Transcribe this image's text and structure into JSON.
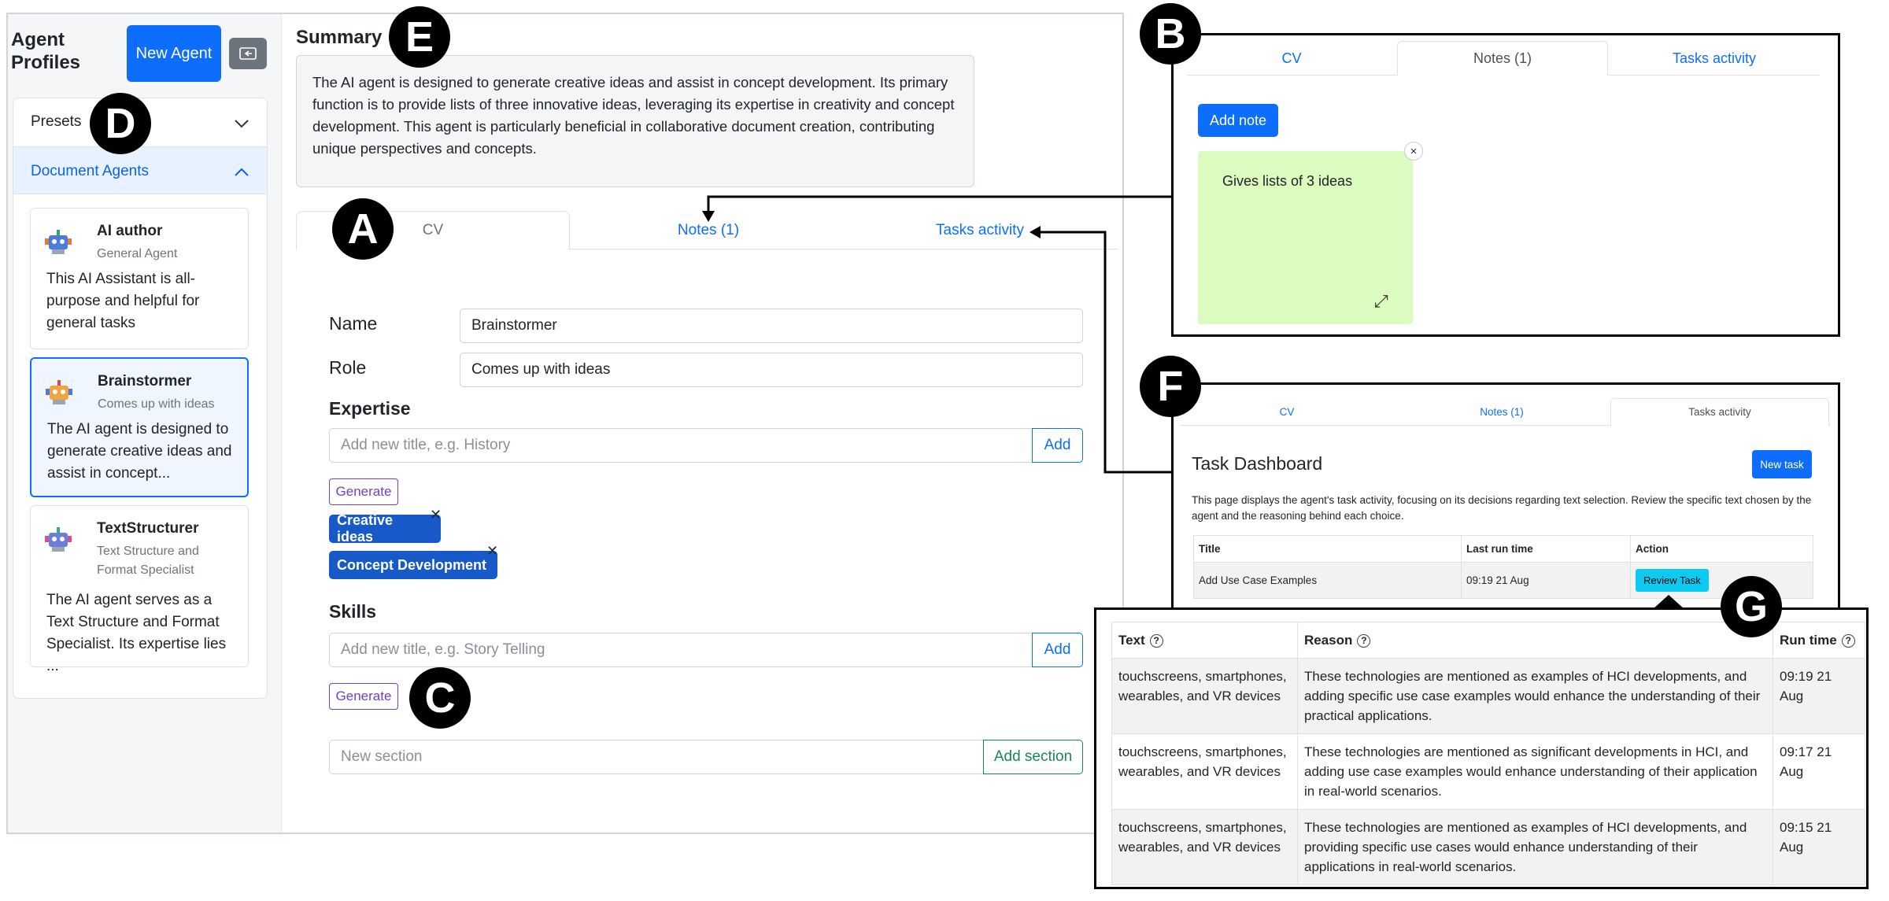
{
  "sidebar": {
    "title": "Agent Profiles",
    "new_agent_label": "New Agent",
    "presets_label": "Presets",
    "document_agents_label": "Document Agents",
    "agents": [
      {
        "name": "AI author",
        "role": "General Agent",
        "desc": "This AI Assistant is all-purpose and helpful for general tasks"
      },
      {
        "name": "Brainstormer",
        "role": "Comes up with ideas",
        "desc": "The AI agent is designed to generate creative ideas and assist in concept..."
      },
      {
        "name": "TextStructurer",
        "role": "Text Structure and Format Specialist",
        "desc": "The AI agent serves as a Text Structure and Format Specialist. Its expertise lies ..."
      }
    ]
  },
  "summary": {
    "title": "Summary",
    "text": "The AI agent is designed to generate creative ideas and assist in concept development. Its primary function is to provide lists of three innovative ideas, leveraging its expertise in creativity and concept development. This agent is particularly beneficial in collaborative document creation, contributing unique perspectives and concepts."
  },
  "tabs": {
    "cv": "CV",
    "notes": "Notes (1)",
    "tasks": "Tasks activity"
  },
  "cv": {
    "name_label": "Name",
    "name_value": "Brainstormer",
    "role_label": "Role",
    "role_value": "Comes up with ideas",
    "expertise_label": "Expertise",
    "expertise_placeholder": "Add new title, e.g. History",
    "add_label": "Add",
    "generate_label": "Generate",
    "expertise_tags": [
      "Creative ideas",
      "Concept Development"
    ],
    "skills_label": "Skills",
    "skills_placeholder": "Add new title, e.g. Story Telling",
    "section_placeholder": "New section",
    "add_section_label": "Add section"
  },
  "badges": {
    "a": "A",
    "b": "B",
    "c": "C",
    "d": "D",
    "e": "E",
    "f": "F",
    "g": "G"
  },
  "notes_panel": {
    "add_note_label": "Add note",
    "note_text": "Gives lists of 3 ideas",
    "close_glyph": "×",
    "expand_glyph": "⤢"
  },
  "tasks_panel": {
    "title": "Task Dashboard",
    "new_task_label": "New task",
    "description": "This page displays the agent's task activity, focusing on its decisions regarding text selection. Review the specific text chosen by the agent and the reasoning behind each choice.",
    "columns": [
      "Title",
      "Last run time",
      "Action"
    ],
    "rows": [
      {
        "title": "Add Use Case Examples",
        "time": "09:19 21 Aug",
        "action": "Review Task"
      }
    ]
  },
  "review_panel": {
    "columns": [
      "Text",
      "Reason",
      "Run time"
    ],
    "help_glyph": "?",
    "rows": [
      {
        "text": "touchscreens, smartphones, wearables, and VR devices",
        "reason": "These technologies are mentioned as examples of HCI developments, and adding specific use case examples would enhance the understanding of their practical applications.",
        "time": "09:19 21 Aug"
      },
      {
        "text": "touchscreens, smartphones, wearables, and VR devices",
        "reason": "These technologies are mentioned as significant developments in HCI, and adding use case examples would enhance understanding of their application in real-world scenarios.",
        "time": "09:17 21 Aug"
      },
      {
        "text": "touchscreens, smartphones, wearables, and VR devices",
        "reason": "These technologies are mentioned as examples of HCI developments, and providing specific use cases would enhance understanding of their applications in real-world scenarios.",
        "time": "09:15 21 Aug"
      }
    ]
  },
  "colors": {
    "primary": "#0d6efd",
    "tag": "#1659c7",
    "note": "#dcfcbf",
    "review": "#0dcaf0",
    "success": "#198754",
    "purple": "#6f42c1"
  }
}
